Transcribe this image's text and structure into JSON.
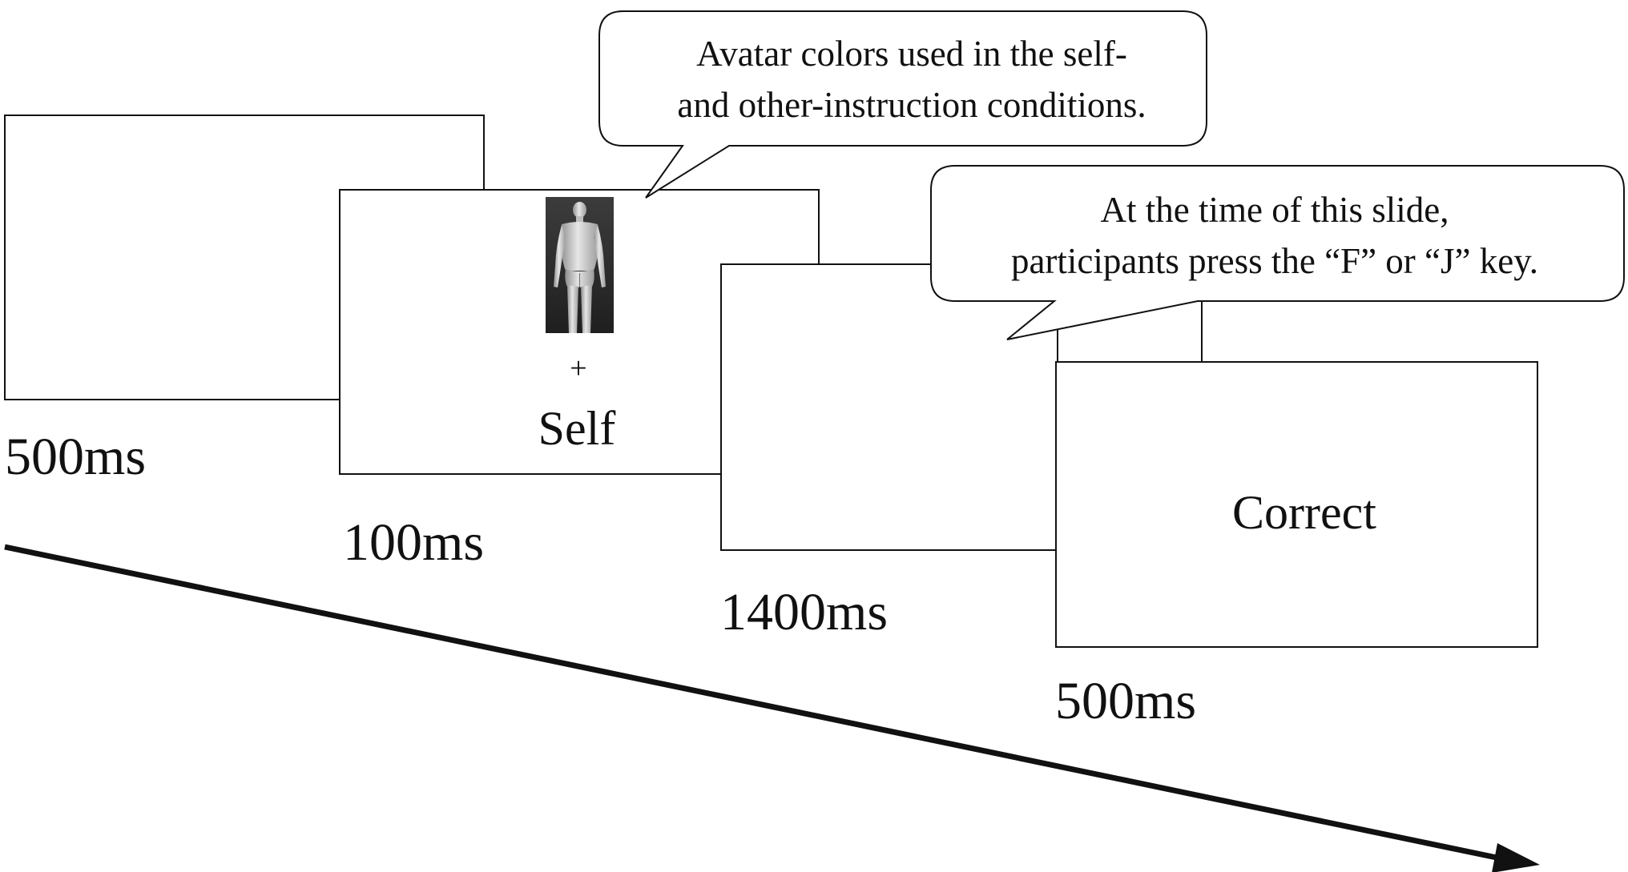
{
  "slides": [
    {
      "fixation": "+",
      "duration": "500ms"
    },
    {
      "fixation": "+",
      "label": "Self",
      "duration": "100ms",
      "avatar_icon": "avatar-back-view-icon"
    },
    {
      "duration": "1400ms"
    },
    {
      "label": "Correct",
      "duration": "500ms"
    }
  ],
  "callouts": {
    "avatar_note": {
      "line1": "Avatar colors used in the self-",
      "line2": "and other-instruction conditions."
    },
    "response_note": {
      "line1": "At the time of this slide,",
      "line2": "participants press the “F” or “J” key."
    }
  },
  "timeline": {
    "arrow_icon": "arrowhead-icon"
  }
}
